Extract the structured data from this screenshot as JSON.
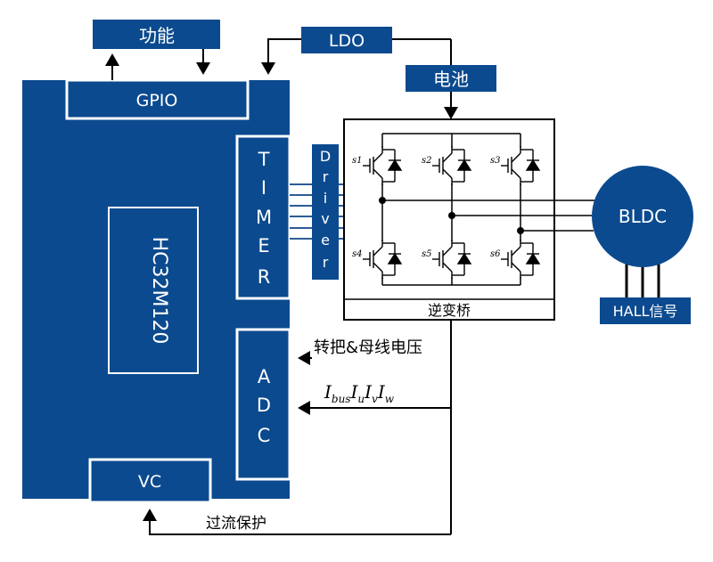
{
  "colors": {
    "mcu_blue": "#0b4a8f",
    "wire": "#000000",
    "bus_blue": "#2d5b94",
    "text_light": "#ffffff",
    "text_dark": "#000000"
  },
  "labels": {
    "function": "功能",
    "gpio": "GPIO",
    "ldo": "LDO",
    "battery": "电池",
    "timer": [
      "T",
      "I",
      "M",
      "E",
      "R"
    ],
    "driver": [
      "D",
      "r",
      "i",
      "v",
      "e",
      "r"
    ],
    "mcu_name": "HC32M120",
    "adc": [
      "A",
      "D",
      "C"
    ],
    "vc": "VC",
    "inverter_bridge": "逆变桥",
    "bldc": "BLDC",
    "hall_signal": "HALL信号",
    "throttle_bus_voltage": "转把&母线电压",
    "current_signals": {
      "main": "I",
      "bus": "bus",
      "u": "u",
      "v": "v",
      "w": "w"
    },
    "overcurrent_protection": "过流保护",
    "switch_labels": [
      "s1",
      "s2",
      "s3",
      "s4",
      "s5",
      "s6"
    ],
    "gate_labels": [
      "s1",
      "s2",
      "s3",
      "s4",
      "s5",
      "s6"
    ]
  }
}
